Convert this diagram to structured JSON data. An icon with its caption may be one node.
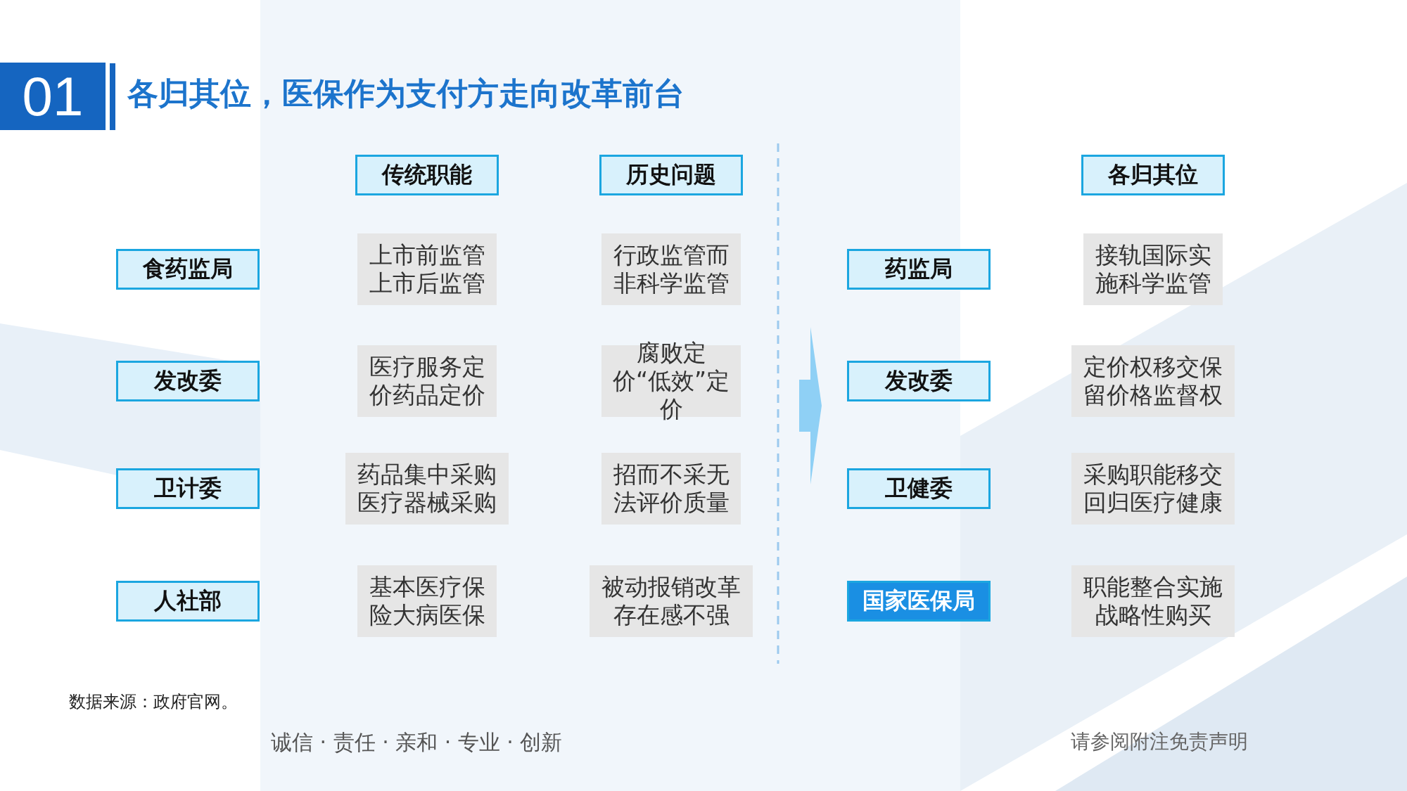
{
  "diagram": {
    "title": "各归其位，医保作为支付方走向改革前台",
    "nodes": [
      {
        "text": [
          "传统职能"
        ]
      },
      {
        "text": [
          "历史问题"
        ]
      },
      {
        "text": [
          "各归其位"
        ]
      },
      {
        "text": [
          "食药监局"
        ]
      },
      {
        "text": [
          "上市前监管上市后监管"
        ]
      },
      {
        "text": [
          "行政监管而非科学监管"
        ]
      },
      {
        "text": [
          "药监局"
        ]
      },
      {
        "text": [
          "接轨国际实施科学监管"
        ]
      },
      {
        "text": [
          "发改委"
        ]
      },
      {
        "text": [
          "医疗服务定价药品定价"
        ]
      },
      {
        "text": [
          "腐败定价“低效”定价"
        ]
      },
      {
        "text": [
          "发改委"
        ]
      },
      {
        "text": [
          "定价权移交保留价格监督权"
        ]
      },
      {
        "text": [
          "卫计委"
        ]
      },
      {
        "text": [
          "药品集中采购医疗器械采购"
        ]
      },
      {
        "text": [
          "招而不采无法评价质量"
        ]
      },
      {
        "text": [
          "卫健委"
        ]
      },
      {
        "text": [
          "采购职能移交回归医疗健康"
        ]
      },
      {
        "text": [
          "人社部"
        ]
      },
      {
        "text": [
          "基本医疗保险大病医保"
        ]
      },
      {
        "text": [
          "被动报销改革存在感不强"
        ]
      },
      {
        "text": [
          "国家医保局"
        ]
      },
      {
        "text": [
          "职能整合实施战略性购买"
        ]
      }
    ],
    "labels": [
      "01",
      "数据来源：政府官网。",
      "诚信 · 责任 · 亲和 · 专业 · 创新",
      "请参阅附注免责声明"
    ]
  }
}
